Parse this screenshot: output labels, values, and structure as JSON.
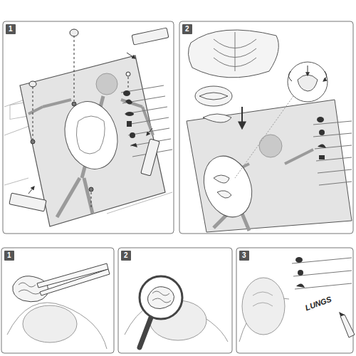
{
  "diagram": {
    "labels": [
      "1",
      "2",
      "1",
      "2",
      "3",
      "LUNGS"
    ]
  }
}
